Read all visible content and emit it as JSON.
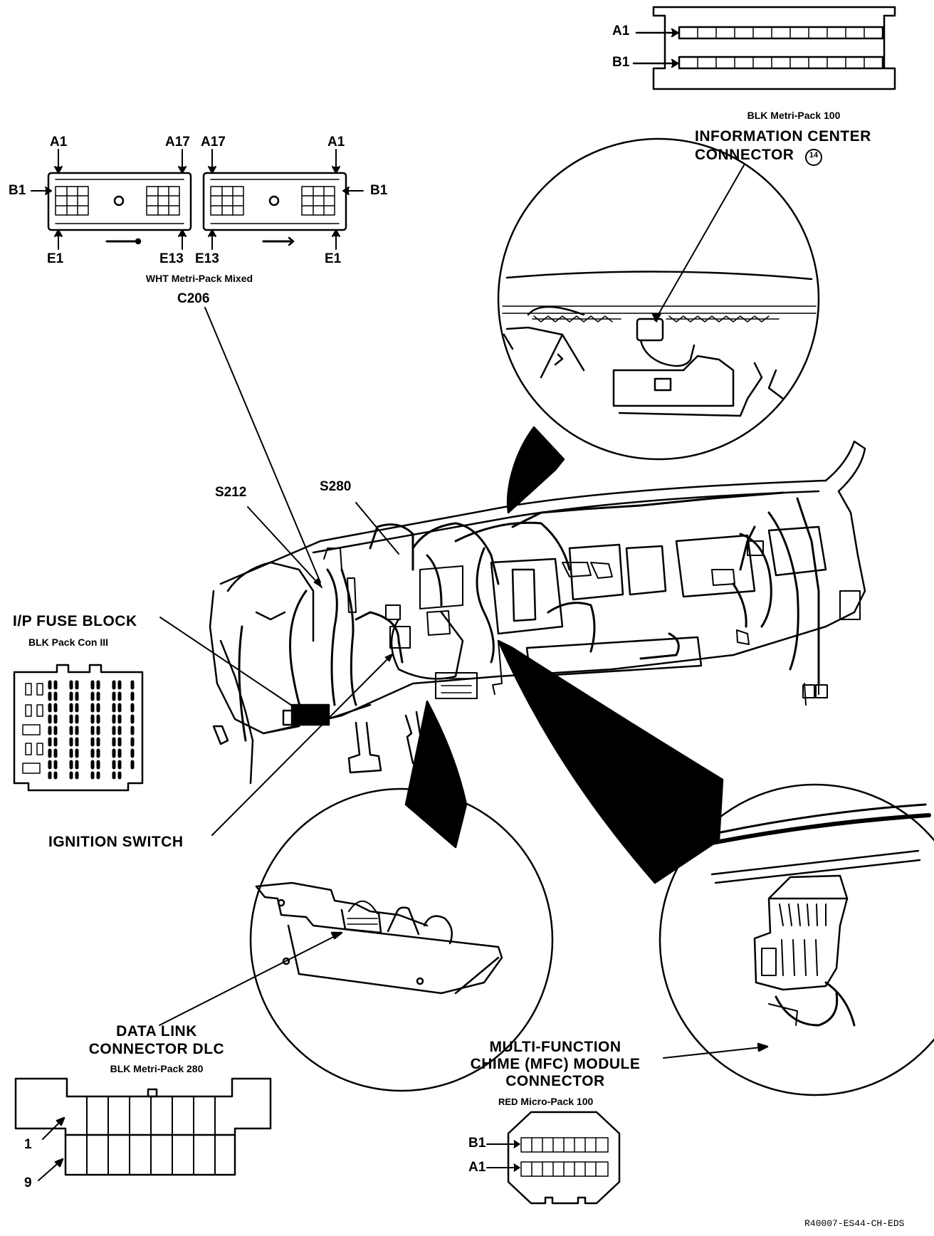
{
  "information_center": {
    "pin_a1": "A1",
    "pin_b1": "B1",
    "type": "BLK Metri-Pack 100",
    "name_line1": "INFORMATION CENTER",
    "name_line2": "CONNECTOR",
    "badge": "14"
  },
  "c206": {
    "pin_a1_left": "A1",
    "pin_a17_left": "A17",
    "pin_a17_right": "A17",
    "pin_a1_right": "A1",
    "pin_b1_left": "B1",
    "pin_b1_right": "B1",
    "pin_e1_left": "E1",
    "pin_e13_left": "E13",
    "pin_e13_right": "E13",
    "pin_e1_right": "E1",
    "type": "WHT Metri-Pack Mixed",
    "name": "C206"
  },
  "splices": {
    "s212": "S212",
    "s280": "S280"
  },
  "fuse_block": {
    "name": "I/P FUSE BLOCK",
    "type": "BLK Pack Con III"
  },
  "ignition": {
    "name": "IGNITION SWITCH"
  },
  "dlc": {
    "name_line1": "DATA LINK",
    "name_line2": "CONNECTOR DLC",
    "type": "BLK Metri-Pack 280",
    "pin_1": "1",
    "pin_9": "9"
  },
  "mfc": {
    "name_line1": "MULTI-FUNCTION",
    "name_line2": "CHIME (MFC) MODULE",
    "name_line3": "CONNECTOR",
    "type_color": "RED",
    "type": "Micro-Pack 100",
    "pin_b1": "B1",
    "pin_a1": "A1"
  },
  "figure_code": "R40007-ES44-CH-EDS"
}
